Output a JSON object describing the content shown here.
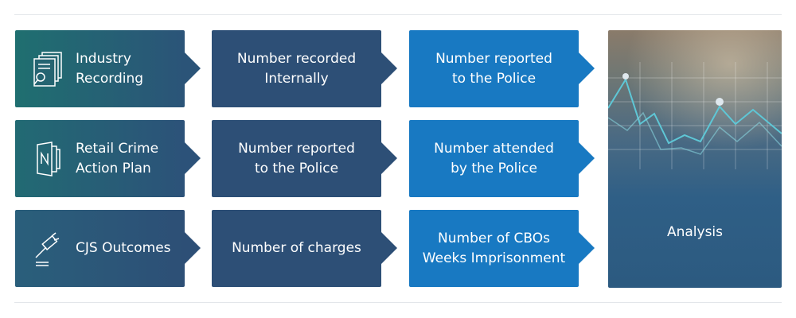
{
  "rows": [
    {
      "source": "Industry\nRecording",
      "source_icon": "documents-search-icon",
      "mid": "Number recorded\nInternally",
      "right": "Number reported\nto the Police"
    },
    {
      "source": "Retail Crime\nAction Plan",
      "source_icon": "notebook-icon",
      "mid": "Number reported\nto the Police",
      "right": "Number attended\nby the Police"
    },
    {
      "source": "CJS Outcomes",
      "source_icon": "gavel-icon",
      "mid": "Number of charges",
      "right": "Number of CBOs\nWeeks Imprisonment"
    }
  ],
  "analysis": {
    "label": "Analysis"
  },
  "colors": {
    "teal_start": "#1e6e72",
    "teal_end": "#2d4f76",
    "mid": "#2d4f76",
    "blue": "#1879c2",
    "analysis_line": "#5ec7d6"
  }
}
